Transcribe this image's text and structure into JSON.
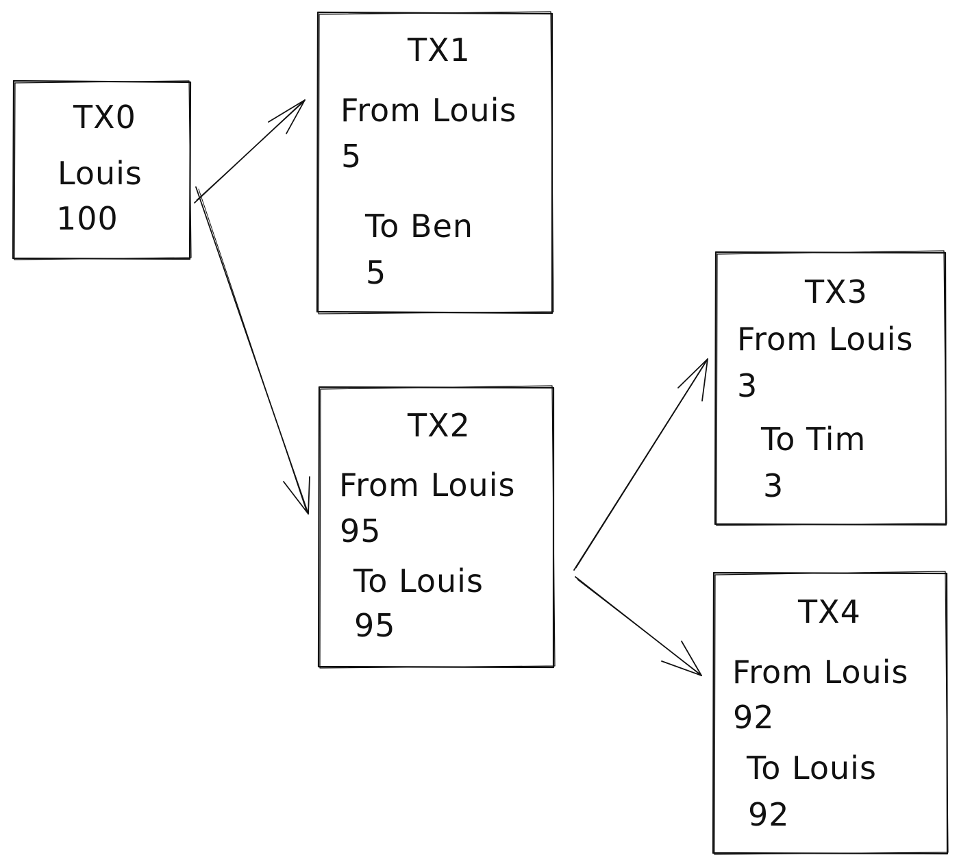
{
  "colors": {
    "stroke": "#111111",
    "background": "#ffffff"
  },
  "nodes": {
    "tx0": {
      "title": "TX0",
      "owner": "Louis",
      "amount": "100"
    },
    "tx1": {
      "title": "TX1",
      "from_label": "From Louis",
      "from_amount": "5",
      "to_label": "To Ben",
      "to_amount": "5"
    },
    "tx2": {
      "title": "TX2",
      "from_label": "From Louis",
      "from_amount": "95",
      "to_label": "To Louis",
      "to_amount": "95"
    },
    "tx3": {
      "title": "TX3",
      "from_label": "From Louis",
      "from_amount": "3",
      "to_label": "To Tim",
      "to_amount": "3"
    },
    "tx4": {
      "title": "TX4",
      "from_label": "From Louis",
      "from_amount": "92",
      "to_label": "To Louis",
      "to_amount": "92"
    }
  },
  "edges": [
    {
      "from": "TX0",
      "to": "TX1"
    },
    {
      "from": "TX0",
      "to": "TX2"
    },
    {
      "from": "TX2",
      "to": "TX3"
    },
    {
      "from": "TX2",
      "to": "TX4"
    }
  ]
}
